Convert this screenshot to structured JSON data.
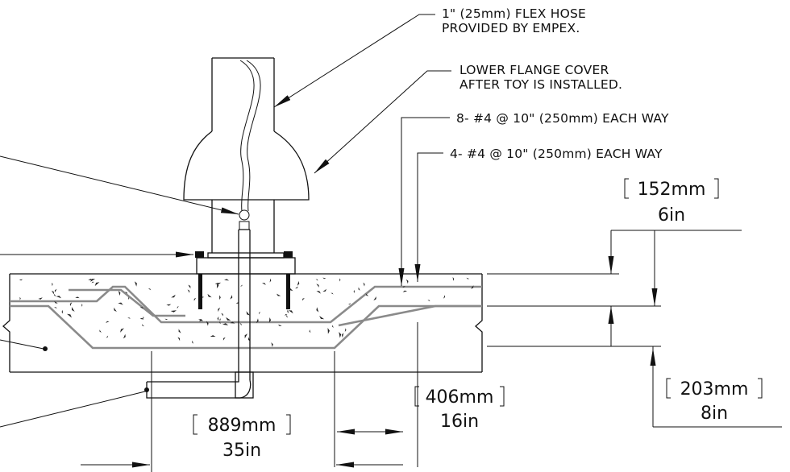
{
  "callouts": {
    "flex_hose_line1": "1\" (25mm) FLEX HOSE",
    "flex_hose_line2": "PROVIDED BY EMPEX.",
    "flange_cover_line1": "LOWER FLANGE COVER",
    "flange_cover_line2": "AFTER TOY IS INSTALLED.",
    "rebar_top": "8- #4 @ 10\" (250mm) EACH WAY",
    "rebar_bottom": "4- #4 @ 10\" (250mm) EACH WAY"
  },
  "dimensions": {
    "slab_depth_mm": "152mm",
    "slab_depth_in": "6in",
    "footing_depth_mm": "203mm",
    "footing_depth_in": "8in",
    "haunch_width_mm": "406mm",
    "haunch_width_in": "16in",
    "footing_width_mm": "889mm",
    "footing_width_in": "35in"
  }
}
